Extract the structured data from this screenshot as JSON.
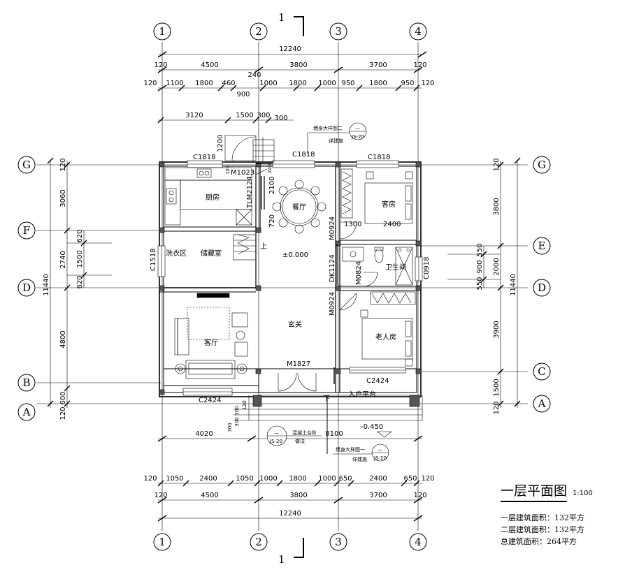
{
  "sheet": {
    "title": "一层平面图",
    "scale": "1:100",
    "areas": [
      "一层建筑面积：132平方",
      "二层建筑面积：132平方",
      "总建筑面积：264平方"
    ]
  },
  "axes": {
    "columns": [
      "1",
      "2",
      "3",
      "4"
    ],
    "rows": [
      "G",
      "F",
      "E",
      "D",
      "C",
      "B",
      "A"
    ]
  },
  "section_mark": "1",
  "dimensions": {
    "top_total": "12240",
    "top_row1": [
      "120",
      "4500",
      "3800",
      "3700",
      "120"
    ],
    "top_row2": [
      "120",
      "1100",
      "1800",
      "460",
      "1000",
      "1800",
      "1000",
      "950",
      "1800",
      "950",
      "120"
    ],
    "top_misc": [
      "240",
      "900",
      "3120",
      "1500",
      "300",
      "300",
      "1200",
      "120",
      "240",
      "2100",
      "720",
      "1300",
      "2400"
    ],
    "bottom_row2": [
      "120",
      "1050",
      "2400",
      "1050",
      "1000",
      "1800",
      "1000",
      "650",
      "2400",
      "650",
      "120"
    ],
    "bottom_row1": [
      "120",
      "4500",
      "3800",
      "3700",
      "120"
    ],
    "bottom_total": "12240",
    "bottom_misc": [
      "4020",
      "8100",
      "300",
      "300",
      "300",
      "120"
    ],
    "left": [
      "120",
      "3060",
      "620",
      "2740",
      "1500",
      "620",
      "4800",
      "600",
      "120"
    ],
    "left_total": "11440",
    "right": [
      "120",
      "3800",
      "550",
      "900",
      "550",
      "2000",
      "3900",
      "1500",
      "120"
    ],
    "right_total": "11440"
  },
  "rooms": {
    "kitchen": "厨房",
    "dining": "餐厅",
    "guest_room": "客房",
    "laundry": "洗衣区",
    "storage": "储藏室",
    "bathroom": "卫生间",
    "living": "客厅",
    "foyer": "玄关",
    "elder_room": "老人房",
    "entry_platform": "入户平台"
  },
  "labels": {
    "c1818_a": "C1818",
    "c1818_b": "C1818",
    "c1818_c": "C1818",
    "m1023": "M1023",
    "tlm2124": "TLM2124",
    "c1518": "C1518",
    "m0924_a": "M0924",
    "m0924_b": "M0924",
    "dk1124": "DK1124",
    "m0824": "M0824",
    "c0918": "C0918",
    "m1827": "M1827",
    "c2424_a": "C2424",
    "c2424_b": "C2424",
    "level_0": "±0.000",
    "level_neg": "-0.450",
    "wall_detail_2": "墙身大样图二",
    "wall_detail_1": "墙身大样图一",
    "see_arch_a": "详建施",
    "see_arch_b": "详建施",
    "concrete_step": "混凝土台阶",
    "practice": "做法",
    "up": "上",
    "down": "下",
    "js20_a": "JS-20",
    "js20_b": "JS-20",
    "js20_c": "JS-20",
    "dash": "—"
  }
}
